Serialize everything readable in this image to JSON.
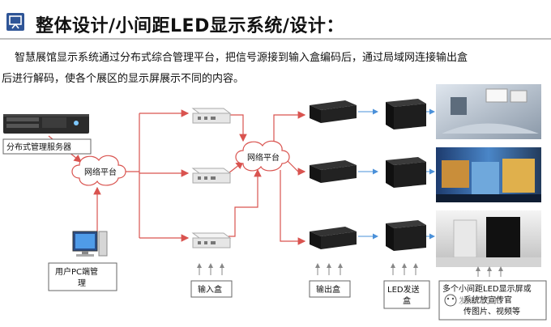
{
  "title": "整体设计/小间距LED显示系统/设计：",
  "intro": {
    "line1": "智慧展馆显示系统通过分布式综合管理平台，把信号源接到输入盒编码后，通过局域网连接输出盒",
    "line2": "后进行解码，使各个展区的显示屏展示不同的内容。"
  },
  "diagram": {
    "server_label": "分布式管理服务器",
    "cloud_left_label": "网络平台",
    "cloud_mid_label": "网络平台",
    "pc_label_line1": "用户PC端管",
    "pc_label_line2": "理",
    "input_box_label": "输入盒",
    "output_box_label": "输出盒",
    "led_label_line1": "LED发送",
    "led_label_line2": "盒",
    "screens_label_line1": "多个小间距LED显示屏或",
    "screens_label_line2": "系统放宣传官",
    "screens_label_line3": "传图片、视频等",
    "overlay_label": "发视广方 扫"
  },
  "colors": {
    "flow_line": "#d9534f",
    "link_line": "#4a90d9",
    "title_icon": "#2f5597"
  }
}
